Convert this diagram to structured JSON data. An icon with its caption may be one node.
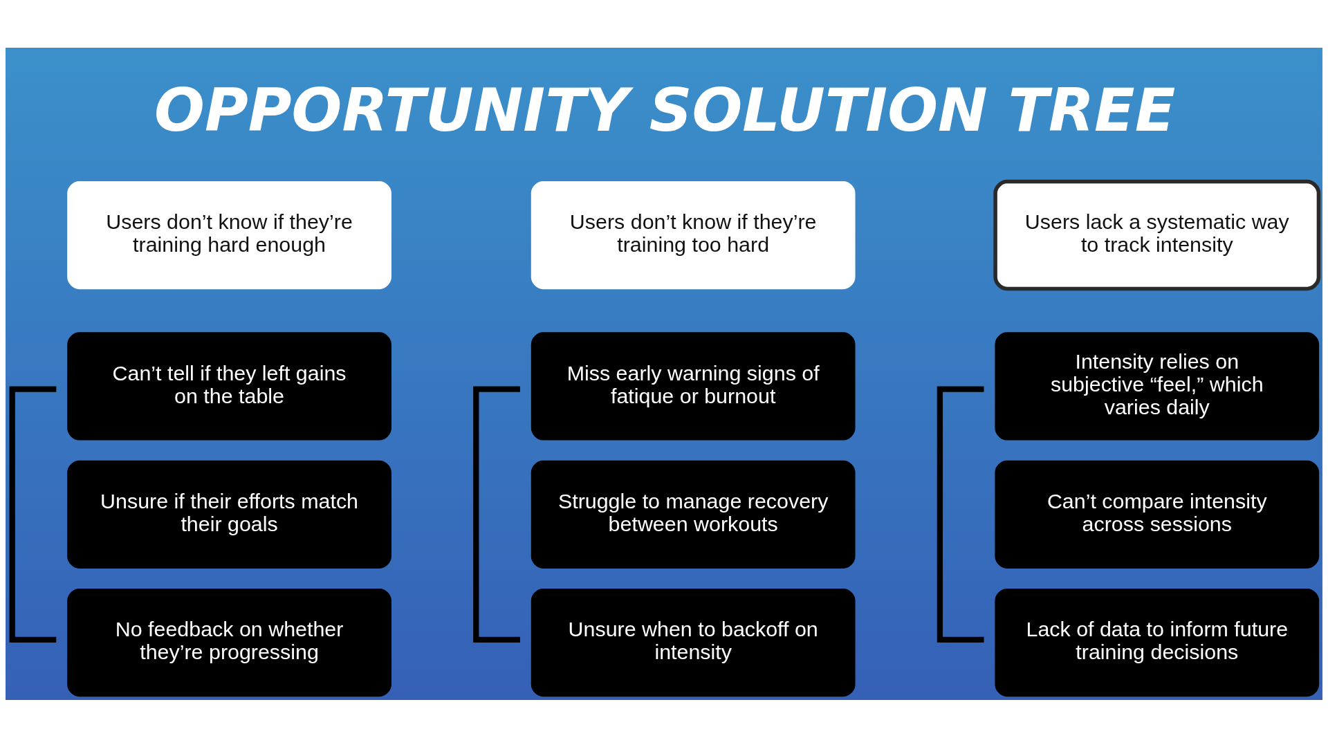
{
  "diagram": {
    "title": "OPPORTUNITY SOLUTION TREE",
    "nodes": [
      {
        "text": [
          "Users don’t know if they’re training hard enough"
        ]
      },
      {
        "text": [
          "Can’t tell if they left gains on the table"
        ]
      },
      {
        "text": [
          "Unsure if their efforts match their goals"
        ]
      },
      {
        "text": [
          "No feedback on whether they’re progressing"
        ]
      },
      {
        "text": [
          "Users don’t know if they’re training too hard"
        ]
      },
      {
        "text": [
          "Miss early warning signs of fatique or burnout"
        ]
      },
      {
        "text": [
          "Struggle to manage recovery between workouts"
        ]
      },
      {
        "text": [
          "Unsure when to backoff on intensity"
        ]
      },
      {
        "text": [
          "Users lack a systematic way to track intensity"
        ]
      },
      {
        "text": [
          "Intensity relies on subjective “feel,” which varies daily"
        ]
      },
      {
        "text": [
          "Can’t compare intensity across sessions"
        ]
      },
      {
        "text": [
          "Lack of data to inform future training decisions"
        ]
      }
    ]
  }
}
